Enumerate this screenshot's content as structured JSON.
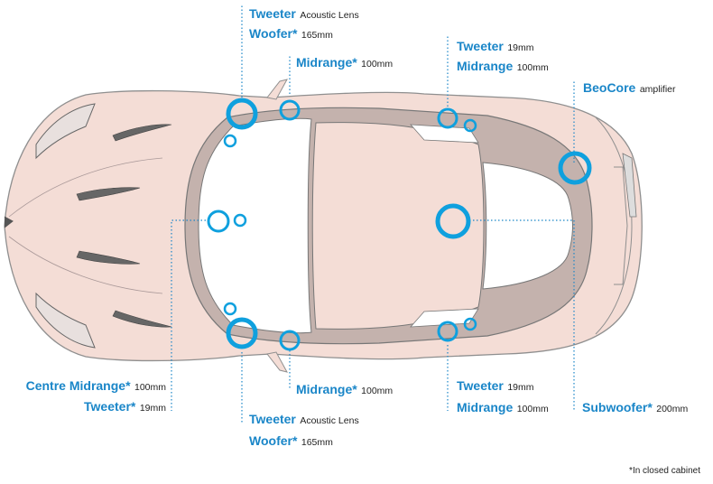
{
  "colors": {
    "accent": "#1a86c8",
    "speaker": "#0fa0de",
    "body": "#f4ddd6",
    "outline": "#8f8f8f",
    "glass": "#ffffff"
  },
  "labels": {
    "front_left_top": {
      "tweeter": "Tweeter",
      "tweeter_detail": "Acoustic Lens",
      "woofer": "Woofer*",
      "woofer_detail": "165mm"
    },
    "front_left_mid": {
      "title": "Midrange*",
      "detail": "100mm"
    },
    "rear_left": {
      "tweeter": "Tweeter",
      "tweeter_detail": "19mm",
      "midrange": "Midrange",
      "midrange_detail": "100mm"
    },
    "amp": {
      "title": "BeoCore",
      "detail": "amplifier"
    },
    "centre": {
      "midrange": "Centre Midrange*",
      "midrange_detail": "100mm",
      "tweeter": "Tweeter*",
      "tweeter_detail": "19mm"
    },
    "front_right_mid": {
      "title": "Midrange*",
      "detail": "100mm"
    },
    "front_right_bottom": {
      "tweeter": "Tweeter",
      "tweeter_detail": "Acoustic Lens",
      "woofer": "Woofer*",
      "woofer_detail": "165mm"
    },
    "rear_right": {
      "tweeter": "Tweeter",
      "tweeter_detail": "19mm",
      "midrange": "Midrange",
      "midrange_detail": "100mm"
    },
    "sub": {
      "title": "Subwoofer*",
      "detail": "200mm"
    }
  },
  "footnote": "*In closed cabinet"
}
